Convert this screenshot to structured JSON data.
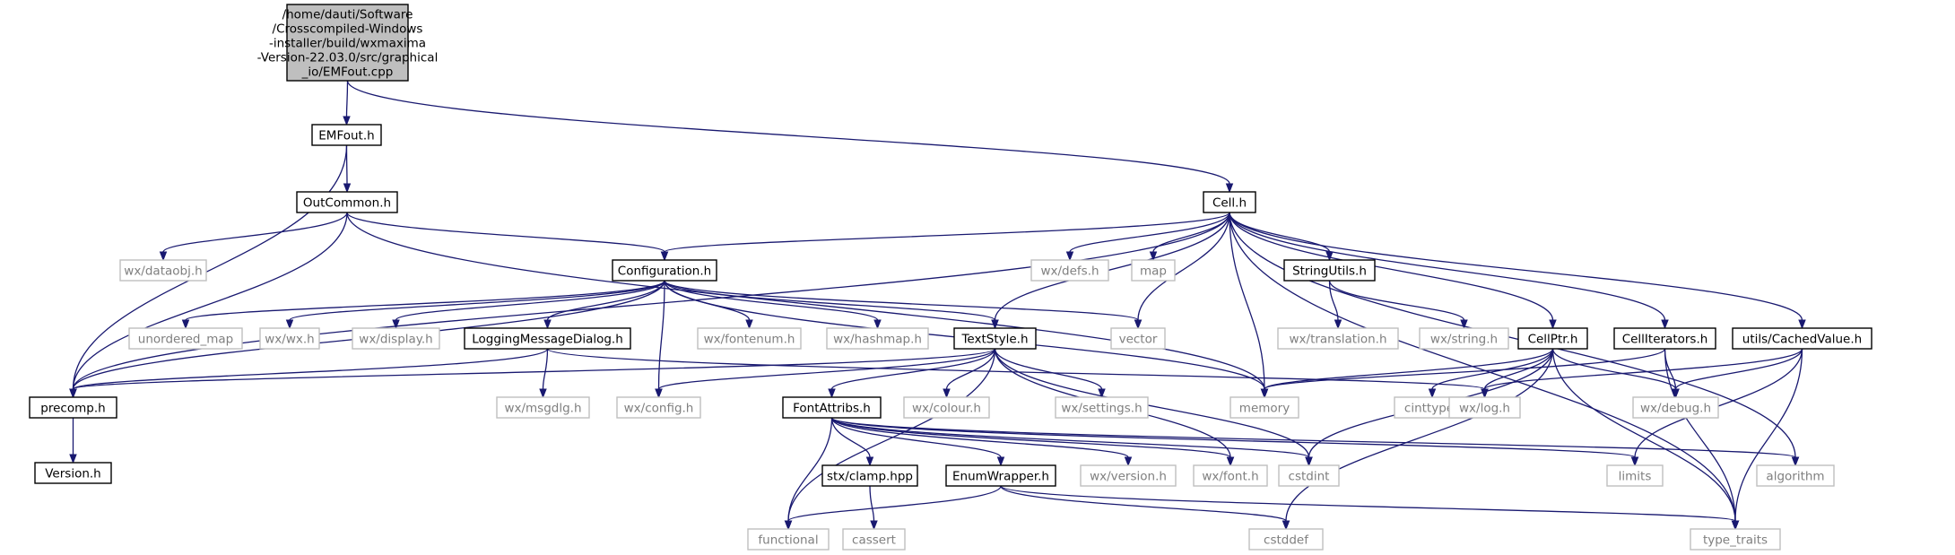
{
  "colors": {
    "edge": "#191970",
    "root_fill": "#bfbfbf",
    "root_border": "#000000",
    "internal_border": "#000000",
    "internal_text": "#000000",
    "external_border": "#bfbfbf",
    "external_text": "#7f7f7f"
  },
  "nodes": [
    {
      "id": "root",
      "kind": "root",
      "lines": [
        "/home/dauti/Software",
        "/Crosscompiled-Windows",
        "-installer/build/wxmaxima",
        "-Version-22.03.0/src/graphical",
        "_io/EMFout.cpp"
      ]
    },
    {
      "id": "emfout",
      "kind": "internal",
      "lines": [
        "EMFout.h"
      ]
    },
    {
      "id": "outcommon",
      "kind": "internal",
      "lines": [
        "OutCommon.h"
      ]
    },
    {
      "id": "cell",
      "kind": "internal",
      "lines": [
        "Cell.h"
      ]
    },
    {
      "id": "configuration",
      "kind": "internal",
      "lines": [
        "Configuration.h"
      ]
    },
    {
      "id": "precomp",
      "kind": "internal",
      "lines": [
        "precomp.h"
      ]
    },
    {
      "id": "version",
      "kind": "internal",
      "lines": [
        "Version.h"
      ]
    },
    {
      "id": "wxdataobj",
      "kind": "external",
      "lines": [
        "wx/dataobj.h"
      ]
    },
    {
      "id": "wxdefs",
      "kind": "external",
      "lines": [
        "wx/defs.h"
      ]
    },
    {
      "id": "map",
      "kind": "external",
      "lines": [
        "map"
      ]
    },
    {
      "id": "stringutils",
      "kind": "internal",
      "lines": [
        "StringUtils.h"
      ]
    },
    {
      "id": "unordered_map",
      "kind": "external",
      "lines": [
        "unordered_map"
      ]
    },
    {
      "id": "wxwx",
      "kind": "external",
      "lines": [
        "wx/wx.h"
      ]
    },
    {
      "id": "wxdisplay",
      "kind": "external",
      "lines": [
        "wx/display.h"
      ]
    },
    {
      "id": "loggingmessagedialog",
      "kind": "internal",
      "lines": [
        "LoggingMessageDialog.h"
      ]
    },
    {
      "id": "wxfontenum",
      "kind": "external",
      "lines": [
        "wx/fontenum.h"
      ]
    },
    {
      "id": "wxhashmap",
      "kind": "external",
      "lines": [
        "wx/hashmap.h"
      ]
    },
    {
      "id": "textstyle",
      "kind": "internal",
      "lines": [
        "TextStyle.h"
      ]
    },
    {
      "id": "vector",
      "kind": "external",
      "lines": [
        "vector"
      ]
    },
    {
      "id": "wxtranslation",
      "kind": "external",
      "lines": [
        "wx/translation.h"
      ]
    },
    {
      "id": "wxstring",
      "kind": "external",
      "lines": [
        "wx/string.h"
      ]
    },
    {
      "id": "cellptr",
      "kind": "internal",
      "lines": [
        "CellPtr.h"
      ]
    },
    {
      "id": "celliterators",
      "kind": "internal",
      "lines": [
        "CellIterators.h"
      ]
    },
    {
      "id": "cachedvalue",
      "kind": "internal",
      "lines": [
        "utils/CachedValue.h"
      ]
    },
    {
      "id": "wxmsgdlg",
      "kind": "external",
      "lines": [
        "wx/msgdlg.h"
      ]
    },
    {
      "id": "wxconfig",
      "kind": "external",
      "lines": [
        "wx/config.h"
      ]
    },
    {
      "id": "wxcolour",
      "kind": "external",
      "lines": [
        "wx/colour.h"
      ]
    },
    {
      "id": "wxsettings",
      "kind": "external",
      "lines": [
        "wx/settings.h"
      ]
    },
    {
      "id": "memory",
      "kind": "external",
      "lines": [
        "memory"
      ]
    },
    {
      "id": "cinttypes",
      "kind": "external",
      "lines": [
        "cinttypes"
      ]
    },
    {
      "id": "wxlog",
      "kind": "external",
      "lines": [
        "wx/log.h"
      ]
    },
    {
      "id": "wxdebug",
      "kind": "external",
      "lines": [
        "wx/debug.h"
      ]
    },
    {
      "id": "fontattribs",
      "kind": "internal",
      "lines": [
        "FontAttribs.h"
      ]
    },
    {
      "id": "wxversion",
      "kind": "external",
      "lines": [
        "wx/version.h"
      ]
    },
    {
      "id": "wxfont",
      "kind": "external",
      "lines": [
        "wx/font.h"
      ]
    },
    {
      "id": "cstdint",
      "kind": "external",
      "lines": [
        "cstdint"
      ]
    },
    {
      "id": "limits",
      "kind": "external",
      "lines": [
        "limits"
      ]
    },
    {
      "id": "algorithm",
      "kind": "external",
      "lines": [
        "algorithm"
      ]
    },
    {
      "id": "stxclamp",
      "kind": "internal",
      "lines": [
        "stx/clamp.hpp"
      ]
    },
    {
      "id": "enumwrapper",
      "kind": "internal",
      "lines": [
        "EnumWrapper.h"
      ]
    },
    {
      "id": "functional",
      "kind": "external",
      "lines": [
        "functional"
      ]
    },
    {
      "id": "cassert",
      "kind": "external",
      "lines": [
        "cassert"
      ]
    },
    {
      "id": "cstddef",
      "kind": "external",
      "lines": [
        "cstddef"
      ]
    },
    {
      "id": "type_traits",
      "kind": "external",
      "lines": [
        "type_traits"
      ]
    }
  ],
  "edges": [
    [
      "root",
      "emfout"
    ],
    [
      "root",
      "cell"
    ],
    [
      "emfout",
      "outcommon"
    ],
    [
      "emfout",
      "precomp"
    ],
    [
      "outcommon",
      "precomp"
    ],
    [
      "outcommon",
      "wxdataobj"
    ],
    [
      "outcommon",
      "configuration"
    ],
    [
      "outcommon",
      "memory"
    ],
    [
      "cell",
      "precomp"
    ],
    [
      "cell",
      "configuration"
    ],
    [
      "cell",
      "wxdefs"
    ],
    [
      "cell",
      "map"
    ],
    [
      "cell",
      "vector"
    ],
    [
      "cell",
      "memory"
    ],
    [
      "cell",
      "stringutils"
    ],
    [
      "cell",
      "textstyle"
    ],
    [
      "cell",
      "cellptr"
    ],
    [
      "cell",
      "celliterators"
    ],
    [
      "cell",
      "cachedvalue"
    ],
    [
      "cell",
      "algorithm"
    ],
    [
      "cell",
      "type_traits"
    ],
    [
      "configuration",
      "precomp"
    ],
    [
      "configuration",
      "unordered_map"
    ],
    [
      "configuration",
      "wxwx"
    ],
    [
      "configuration",
      "wxdisplay"
    ],
    [
      "configuration",
      "loggingmessagedialog"
    ],
    [
      "configuration",
      "wxconfig"
    ],
    [
      "configuration",
      "wxfontenum"
    ],
    [
      "configuration",
      "wxhashmap"
    ],
    [
      "configuration",
      "textstyle"
    ],
    [
      "configuration",
      "vector"
    ],
    [
      "configuration",
      "memory"
    ],
    [
      "precomp",
      "version"
    ],
    [
      "stringutils",
      "wxtranslation"
    ],
    [
      "stringutils",
      "wxstring"
    ],
    [
      "loggingmessagedialog",
      "precomp"
    ],
    [
      "loggingmessagedialog",
      "wxmsgdlg"
    ],
    [
      "loggingmessagedialog",
      "wxlog"
    ],
    [
      "textstyle",
      "precomp"
    ],
    [
      "textstyle",
      "wxconfig"
    ],
    [
      "textstyle",
      "fontattribs"
    ],
    [
      "textstyle",
      "wxcolour"
    ],
    [
      "textstyle",
      "wxsettings"
    ],
    [
      "textstyle",
      "wxfont"
    ],
    [
      "textstyle",
      "cstdint"
    ],
    [
      "textstyle",
      "functional"
    ],
    [
      "cellptr",
      "memory"
    ],
    [
      "cellptr",
      "cinttypes"
    ],
    [
      "cellptr",
      "wxlog"
    ],
    [
      "cellptr",
      "wxdebug"
    ],
    [
      "cellptr",
      "cstdint"
    ],
    [
      "cellptr",
      "cstddef"
    ],
    [
      "cellptr",
      "type_traits"
    ],
    [
      "celliterators",
      "memory"
    ],
    [
      "celliterators",
      "wxdebug"
    ],
    [
      "celliterators",
      "type_traits"
    ],
    [
      "cachedvalue",
      "wxlog"
    ],
    [
      "cachedvalue",
      "wxdebug"
    ],
    [
      "cachedvalue",
      "limits"
    ],
    [
      "cachedvalue",
      "type_traits"
    ],
    [
      "fontattribs",
      "stxclamp"
    ],
    [
      "fontattribs",
      "enumwrapper"
    ],
    [
      "fontattribs",
      "wxversion"
    ],
    [
      "fontattribs",
      "wxfont"
    ],
    [
      "fontattribs",
      "cstdint"
    ],
    [
      "fontattribs",
      "limits"
    ],
    [
      "fontattribs",
      "algorithm"
    ],
    [
      "fontattribs",
      "functional"
    ],
    [
      "stxclamp",
      "cassert"
    ],
    [
      "enumwrapper",
      "functional"
    ],
    [
      "enumwrapper",
      "cstddef"
    ],
    [
      "enumwrapper",
      "type_traits"
    ]
  ]
}
